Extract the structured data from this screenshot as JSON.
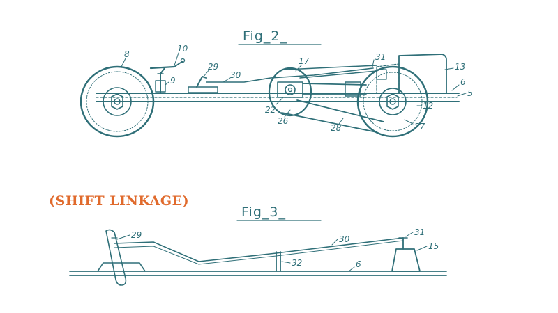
{
  "figures": [
    {
      "title": "Fig_2_",
      "callouts": [
        "8",
        "10",
        "9",
        "29",
        "30",
        "17",
        "31",
        "13",
        "6",
        "5",
        "22",
        "26",
        "28",
        "12",
        "27"
      ]
    },
    {
      "title": "Fig_3_",
      "callouts": [
        "29",
        "30",
        "31",
        "15",
        "32",
        "6"
      ]
    }
  ],
  "annotation": "(SHIFT LINKAGE)",
  "colors": {
    "ink": "#2f6f78",
    "annotation": "#e06a2c",
    "background": "#ffffff"
  }
}
